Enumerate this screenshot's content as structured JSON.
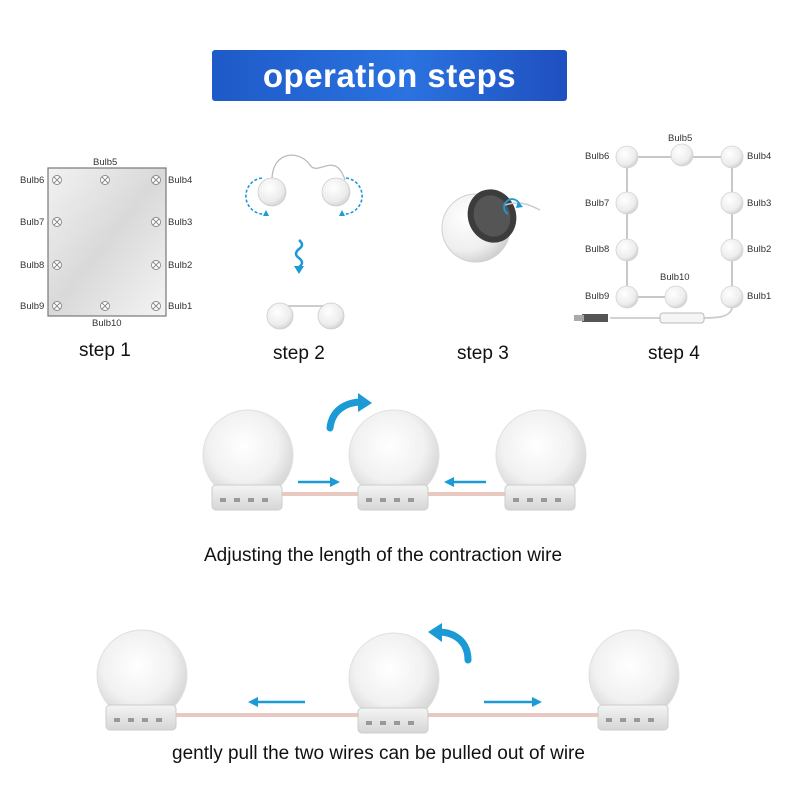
{
  "header": {
    "title": "operation steps"
  },
  "steps": [
    {
      "label": "step 1"
    },
    {
      "label": "step 2"
    },
    {
      "label": "step 3"
    },
    {
      "label": "step 4"
    }
  ],
  "bulbs": {
    "b1": "Bulb1",
    "b2": "Bulb2",
    "b3": "Bulb3",
    "b4": "Bulb4",
    "b5": "Bulb5",
    "b6": "Bulb6",
    "b7": "Bulb7",
    "b8": "Bulb8",
    "b9": "Bulb9",
    "b10": "Bulb10"
  },
  "captions": {
    "adjust": "Adjusting the length of the contraction wire",
    "pull": "gently pull the two wires can be pulled out of wire"
  },
  "colors": {
    "header_bg": "#2464d4",
    "arrow_blue": "#1c9ad6",
    "wire": "#e8c8c0"
  }
}
